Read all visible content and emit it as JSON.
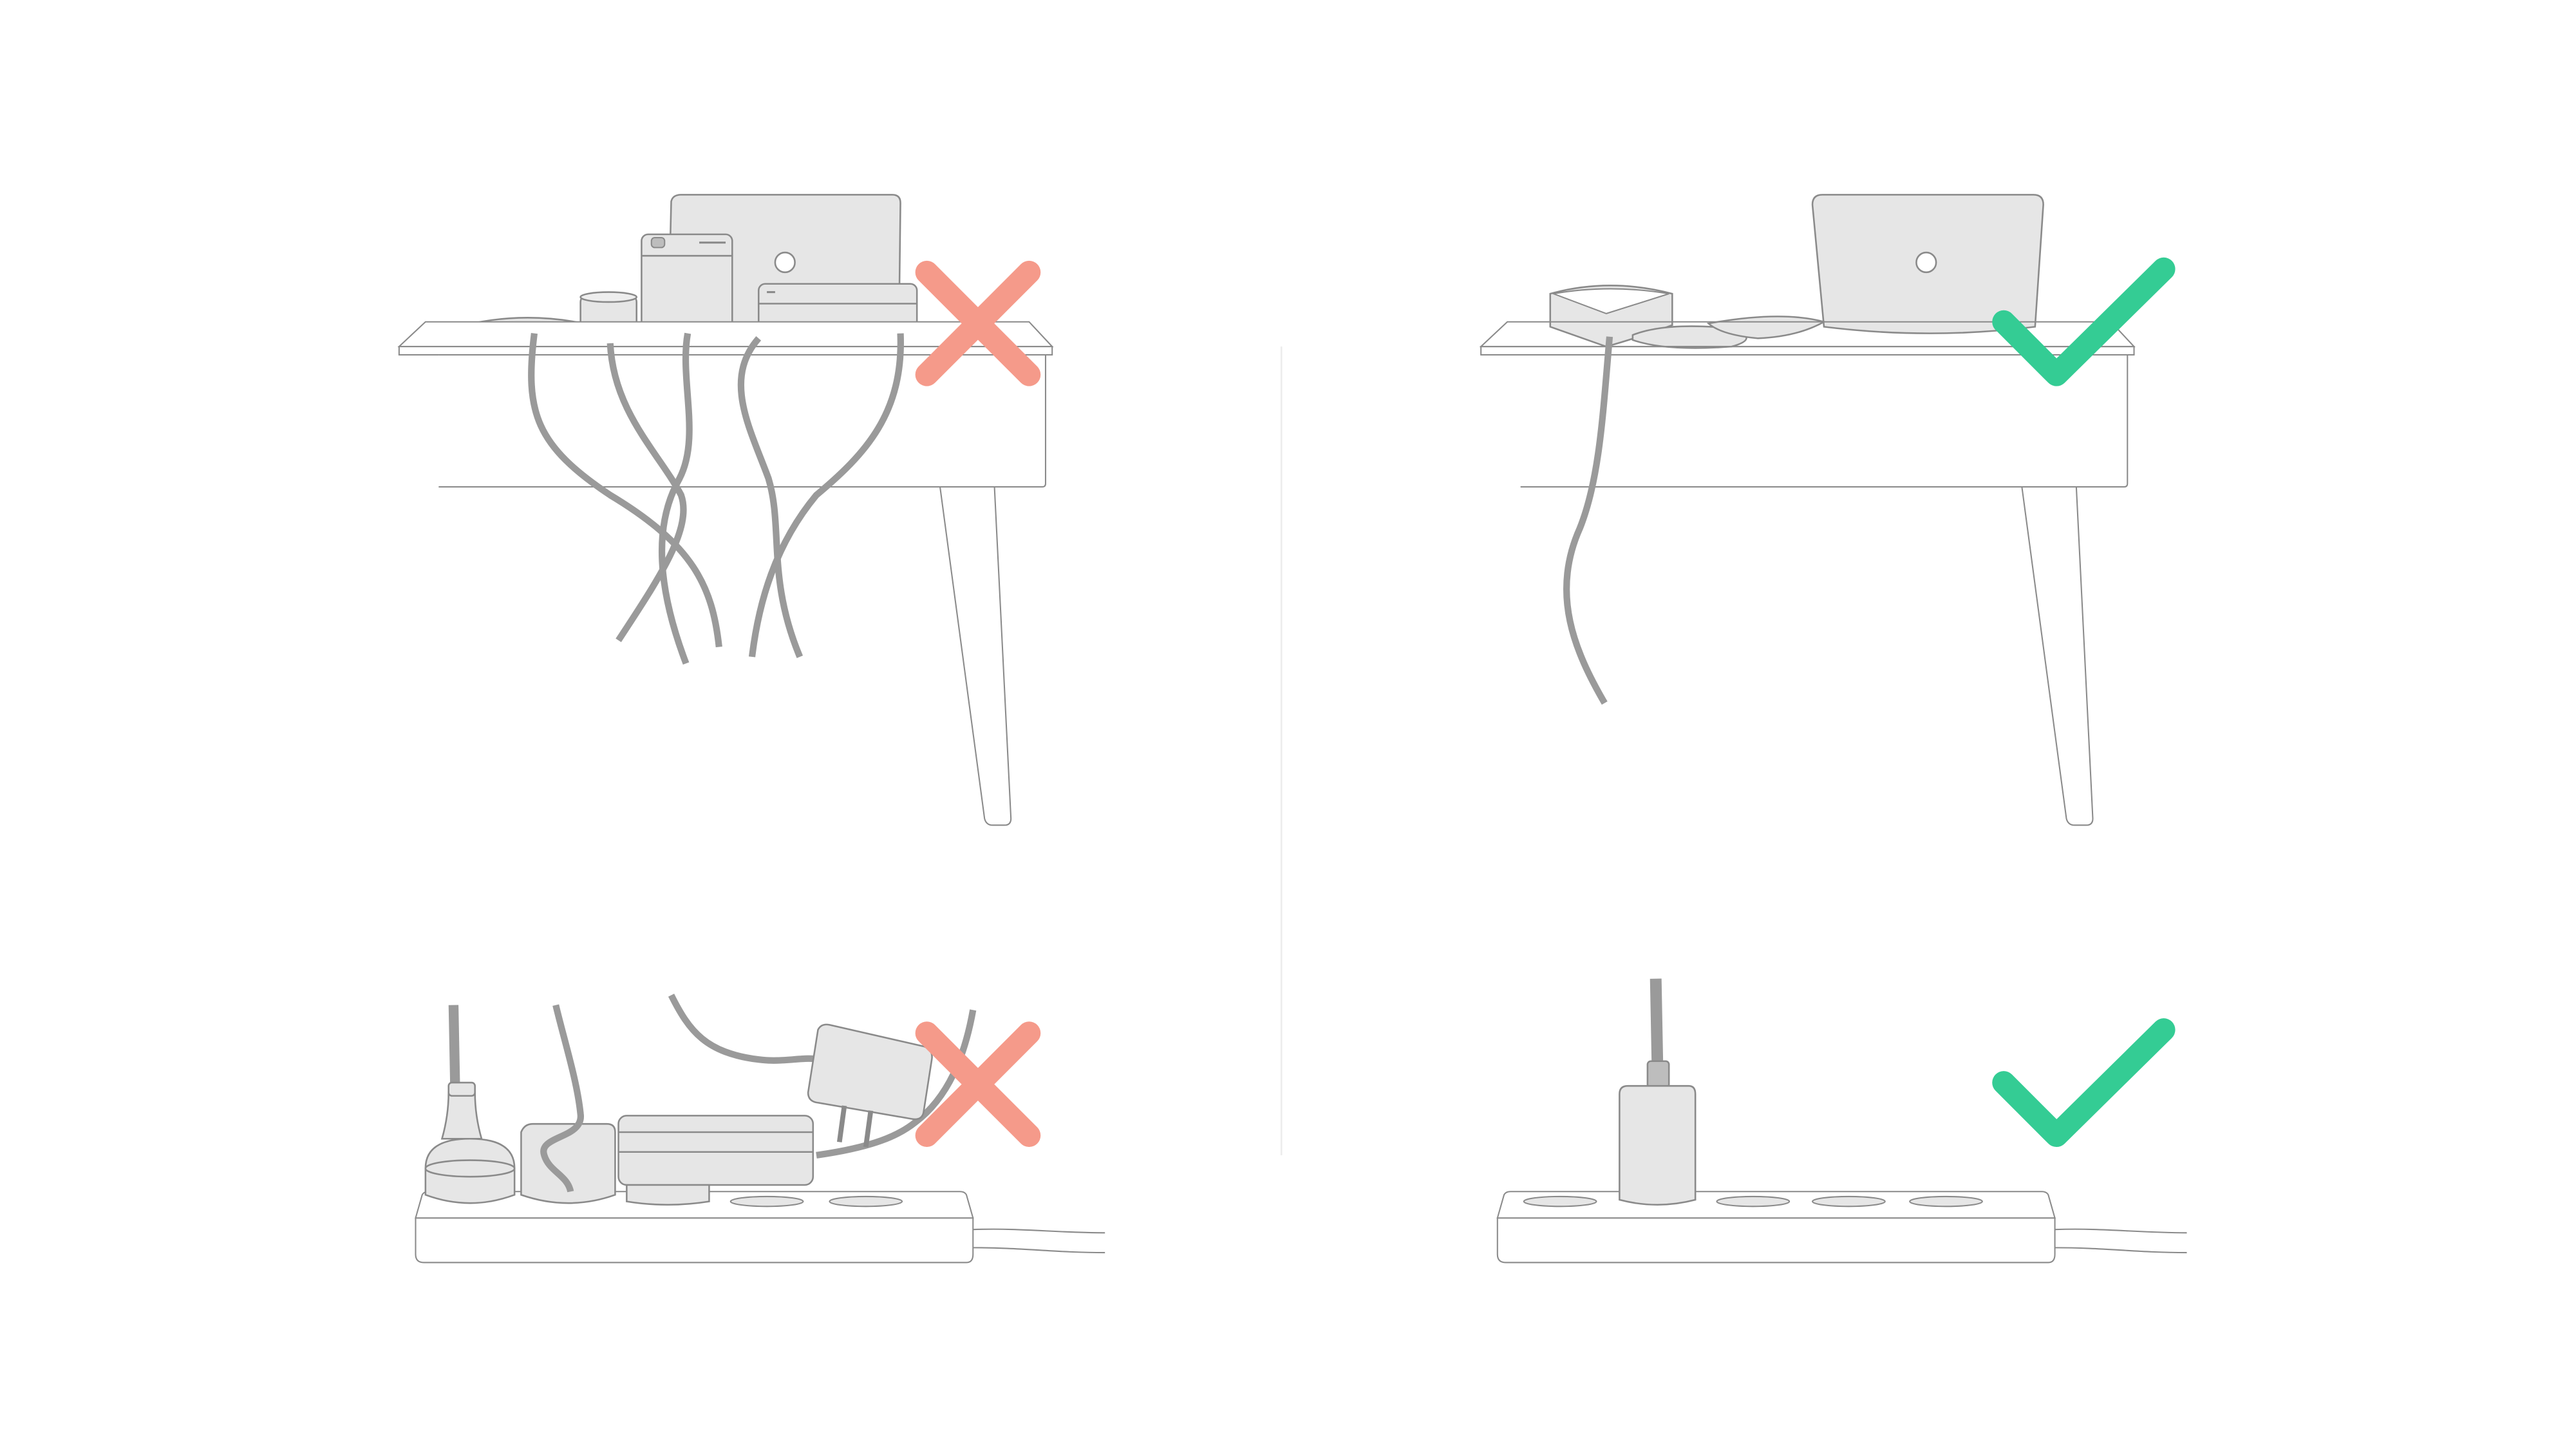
{
  "panels": [
    {
      "id": "desk-messy",
      "verdict": "incorrect",
      "mark": "cross-icon"
    },
    {
      "id": "desk-tidy",
      "verdict": "correct",
      "mark": "check-icon"
    },
    {
      "id": "strip-messy",
      "verdict": "incorrect",
      "mark": "cross-icon"
    },
    {
      "id": "strip-tidy",
      "verdict": "correct",
      "mark": "check-icon"
    }
  ],
  "colors": {
    "background": "#ffffff",
    "outline": "#8a8a8a",
    "device_fill": "#e6e6e6",
    "cable": "#9a9a9a",
    "cross": "#f59a8a",
    "check": "#34cc94",
    "divider": "#ececec"
  }
}
